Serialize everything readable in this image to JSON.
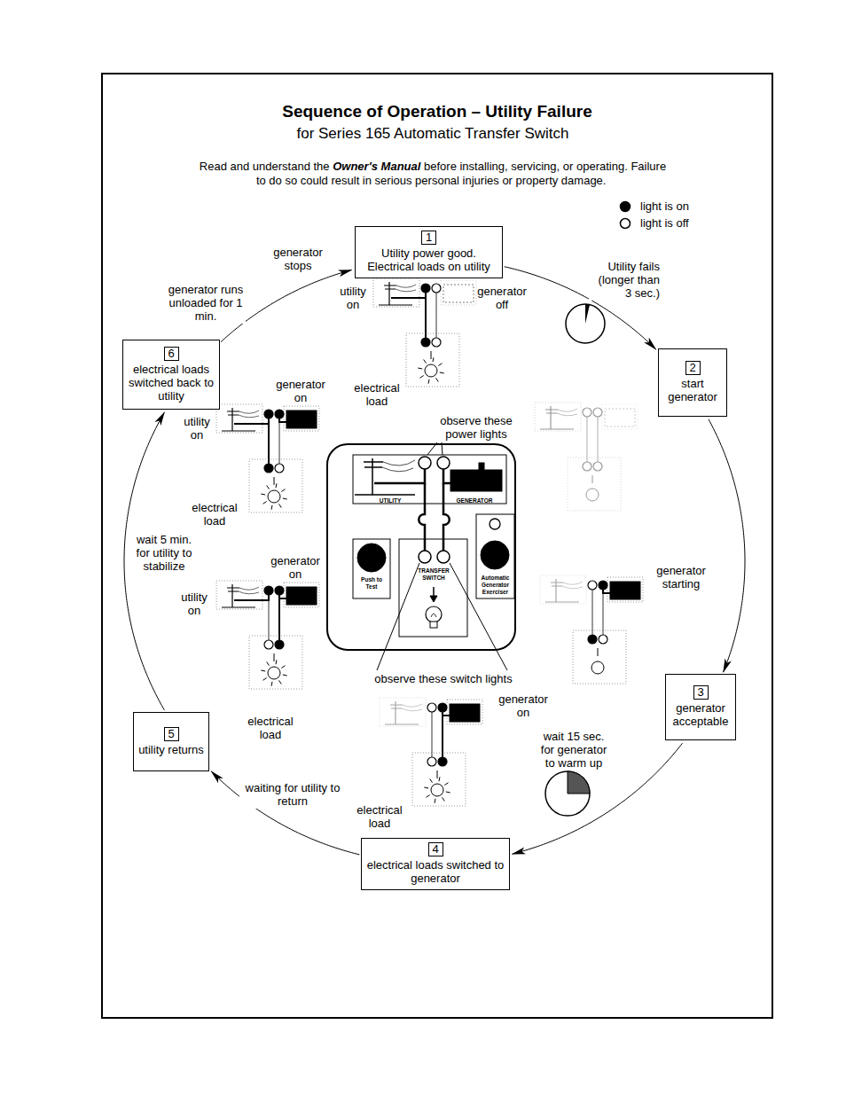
{
  "diagram": {
    "title": "Sequence of Operation – Utility Failure",
    "nodes": [
      {
        "text": [
          "1",
          "Utility power good. Electrical loads on utility"
        ]
      },
      {
        "text": [
          "2",
          "start generator"
        ]
      },
      {
        "text": [
          "3",
          "generator acceptable"
        ]
      },
      {
        "text": [
          "4",
          "electrical loads switched to generator"
        ]
      },
      {
        "text": [
          "5",
          "utility returns"
        ]
      },
      {
        "text": [
          "6",
          "electrical loads switched back to utility"
        ]
      },
      {
        "text": [
          "UTILITY",
          "GENERATOR",
          "Push to Test",
          "TRANSFER SWITCH",
          "Automatic Generator Exerciser"
        ]
      }
    ],
    "edges": [
      {
        "from": 0,
        "to": 1,
        "arrow": "to",
        "label": "Utility fails (longer than 3 sec.)"
      },
      {
        "from": 1,
        "to": 2,
        "arrow": "to"
      },
      {
        "from": 2,
        "to": 3,
        "arrow": "to",
        "label": "wait 15 sec. for generator to warm up"
      },
      {
        "from": 3,
        "to": 4,
        "arrow": "to",
        "label": "waiting for utility to return"
      },
      {
        "from": 4,
        "to": 5,
        "arrow": "to",
        "label": "wait 5 min. for utility to stabilize"
      },
      {
        "from": 5,
        "to": 0,
        "arrow": "to",
        "label": "generator runs unloaded for 1 min."
      }
    ],
    "labels": [
      "for Series 165 Automatic Transfer Switch",
      "Read and understand the",
      "Owner's Manual",
      "before installing, servicing, or operating. Failure to do so could result in serious personal injuries or property damage.",
      "generator stops",
      "utility on",
      "generator off",
      "electrical load",
      "generator on",
      "utility on",
      "electrical load",
      "observe these power lights",
      "generator starting",
      "generator on",
      "utility on",
      "electrical load",
      "observe these switch lights",
      "generator on",
      "electrical load"
    ],
    "legend": [
      {
        "text": "light is on"
      },
      {
        "text": "light is off"
      }
    ]
  }
}
